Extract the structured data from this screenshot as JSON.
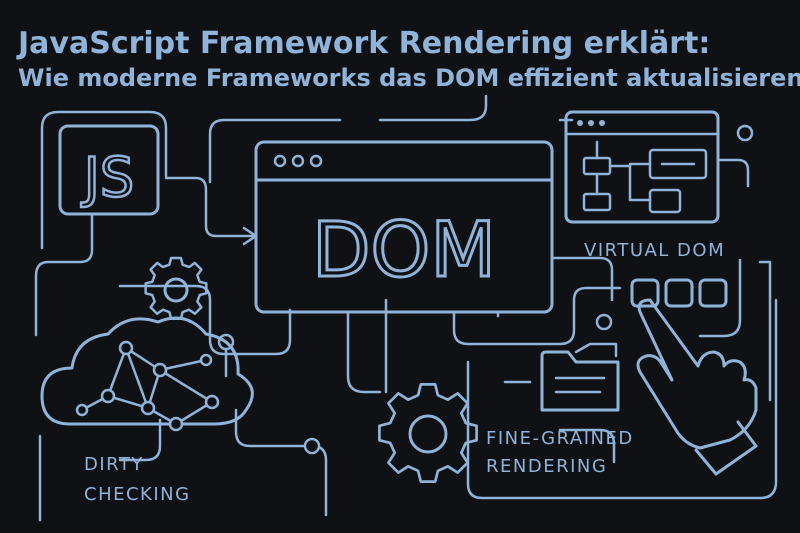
{
  "title": "JavaScript Framework Rendering erklärt:",
  "subtitle": "Wie moderne Frameworks das DOM effizient aktualisieren",
  "labels": {
    "js": "JS",
    "dom": "DOM",
    "virtual_dom": "VIRTUAL DOM",
    "dirty_1": "DIRTY",
    "dirty_2": "CHECKING",
    "fine_1": "FINE-GRAINED",
    "fine_2": "RENDERING"
  },
  "colors": {
    "background": "#0f1114",
    "line": "#8fb3d9"
  },
  "icons": [
    "gear-icon",
    "cloud-network-icon",
    "folder-icon",
    "pointing-hand-icon",
    "browser-window-icon"
  ]
}
